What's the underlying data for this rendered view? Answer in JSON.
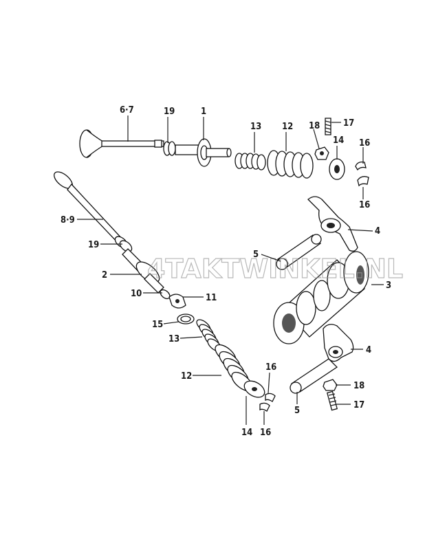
{
  "watermark": "4TAKTWINKEL.NL",
  "callouts": {
    "c67": "6·7",
    "c19a": "19",
    "c1": "1",
    "c13a": "13",
    "c12a": "12",
    "c18a": "18",
    "c17a": "17",
    "c14a": "14",
    "c16a": "16",
    "c16b": "16",
    "c4a": "4",
    "c5a": "5",
    "c3": "3",
    "c89": "8·9",
    "c19b": "19",
    "c2": "2",
    "c10": "10",
    "c11": "11",
    "c15": "15",
    "c13b": "13",
    "c12b": "12",
    "c16c": "16",
    "c14b": "14",
    "c16d": "16",
    "c4b": "4",
    "c18b": "18",
    "c17b": "17",
    "c5b": "5"
  }
}
